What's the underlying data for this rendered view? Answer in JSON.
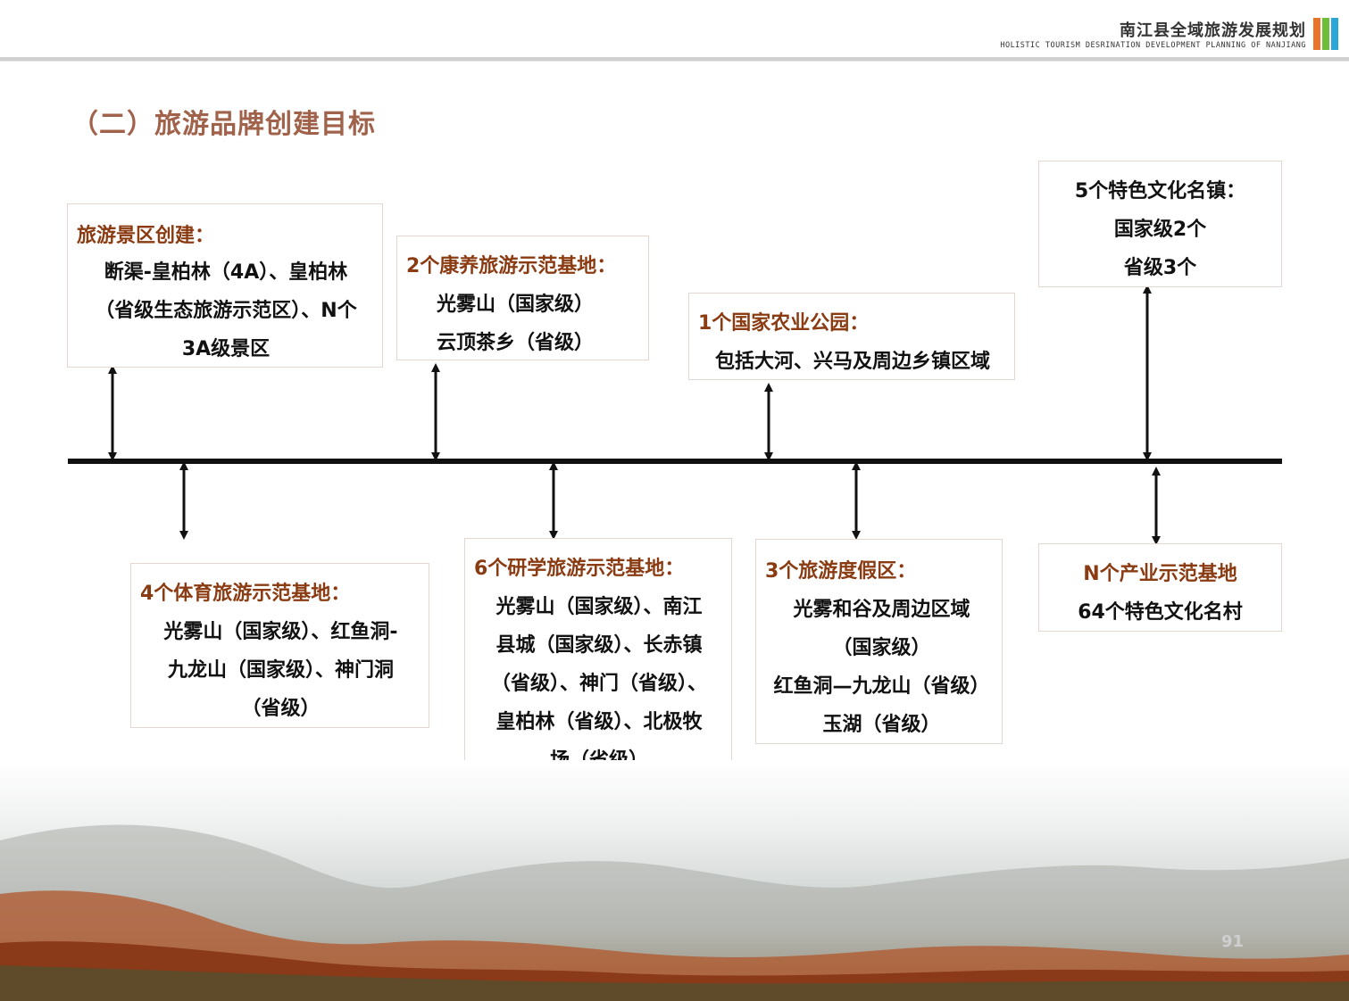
{
  "header": {
    "title": "南江县全域旅游发展规划",
    "subtitle": "HOLISTIC TOURISM DESRINATION DEVELOPMENT PLANNING OF NANJIANG",
    "brand_colors": [
      "#e8752a",
      "#6dbf3a",
      "#2aa7d6"
    ]
  },
  "page": {
    "heading": "（二）旅游品牌创建目标",
    "heading_color": "#a0624a",
    "title_color": "#8a3b12",
    "page_number": "91"
  },
  "boxes": {
    "scenic": {
      "title": "旅游景区创建：",
      "lines": [
        "断渠-皇柏林（4A）、皇柏林",
        "（省级生态旅游示范区）、N个",
        "3A级景区"
      ]
    },
    "wellness": {
      "title": "2个康养旅游示范基地：",
      "lines": [
        "光雾山（国家级）",
        "云顶茶乡（省级）"
      ]
    },
    "agri": {
      "title": "1个国家农业公园：",
      "lines": [
        "包括大河、兴马及周边乡镇区域"
      ]
    },
    "towns": {
      "title": "5个特色文化名镇：",
      "lines": [
        "国家级2个",
        "省级3个"
      ]
    },
    "sports": {
      "title": "4个体育旅游示范基地：",
      "lines": [
        "光雾山（国家级）、红鱼洞-",
        "九龙山（国家级）、神门洞",
        "（省级）"
      ]
    },
    "study": {
      "title": "6个研学旅游示范基地：",
      "lines": [
        "光雾山（国家级）、南江",
        "县城（国家级）、长赤镇",
        "（省级）、神门（省级）、",
        "皇柏林（省级）、北极牧",
        "场（省级）"
      ]
    },
    "resort": {
      "title": "3个旅游度假区：",
      "lines": [
        "光雾和谷及周边区域",
        "（国家级）",
        "红鱼洞—九龙山（省级）",
        "玉湖（省级）"
      ]
    },
    "industry": {
      "title": "N个产业示范基地",
      "lines": [
        "64个特色文化名村"
      ]
    }
  }
}
